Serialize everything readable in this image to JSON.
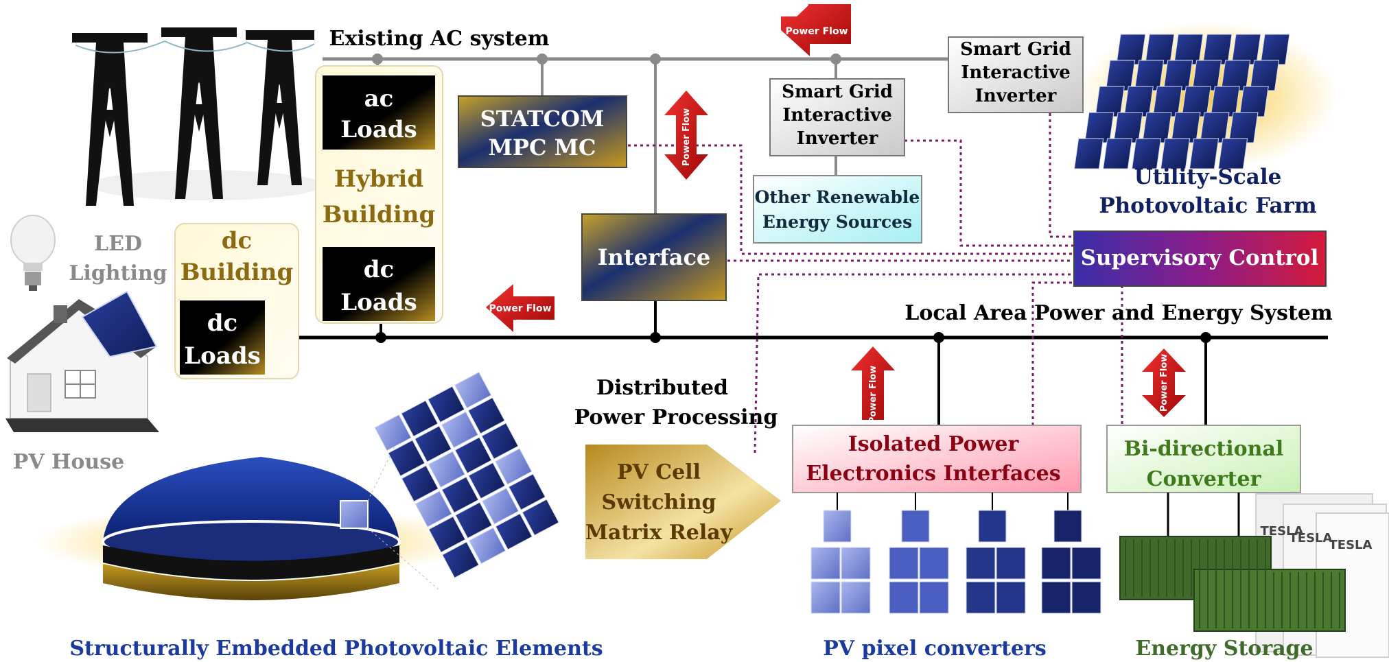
{
  "labels": {
    "existing_ac": "Existing AC system",
    "local_area": "Local Area Power and Energy System",
    "distributed": [
      "Distributed",
      "Power Processing"
    ],
    "led": [
      "LED",
      "Lighting"
    ],
    "pv_house": "PV House",
    "dc_building": [
      "dc",
      "Building"
    ],
    "hybrid_building": [
      "Hybrid",
      "Building"
    ],
    "utility_scale": [
      "Utility-Scale",
      "Photovoltaic Farm"
    ],
    "embedded": "Structurally Embedded Photovoltaic Elements",
    "pixel_converters": "PV pixel converters",
    "energy_storage": "Energy Storage"
  },
  "boxes": {
    "ac_loads": [
      "ac",
      "Loads"
    ],
    "dc_loads_hybrid": [
      "dc",
      "Loads"
    ],
    "dc_loads_building": [
      "dc",
      "Loads"
    ],
    "statcom": [
      "STATCOM",
      "MPC MC"
    ],
    "interface": "Interface",
    "smart_grid_1": [
      "Smart Grid",
      "Interactive",
      "Inverter"
    ],
    "smart_grid_2": [
      "Smart Grid",
      "Interactive",
      "Inverter"
    ],
    "other_renewable": [
      "Other Renewable",
      "Energy Sources"
    ],
    "supervisory": "Supervisory Control",
    "pv_cell_switch": [
      "PV Cell",
      "Switching",
      "Matrix Relay"
    ],
    "isolated": [
      "Isolated Power",
      "Electronics Interfaces"
    ],
    "bidirectional": [
      "Bi-directional",
      "Converter"
    ]
  },
  "arrows": {
    "top_left": "Power Flow",
    "mid_left": "Power Flow",
    "vertical_1": "Power Flow",
    "vertical_2": "Power Flow",
    "vertical_3": "Power Flow"
  },
  "tesla": [
    "TESLA",
    "TESLA",
    "TESLA"
  ],
  "colors": {
    "label_blue": "#1a3aa0",
    "navy": "#102060",
    "gold": "#8b6a10",
    "grey_text": "#8a8a8a",
    "arrow_red": "#d01010",
    "dotted": "#7a1a6a",
    "storage_green": "#3f6a2a"
  }
}
